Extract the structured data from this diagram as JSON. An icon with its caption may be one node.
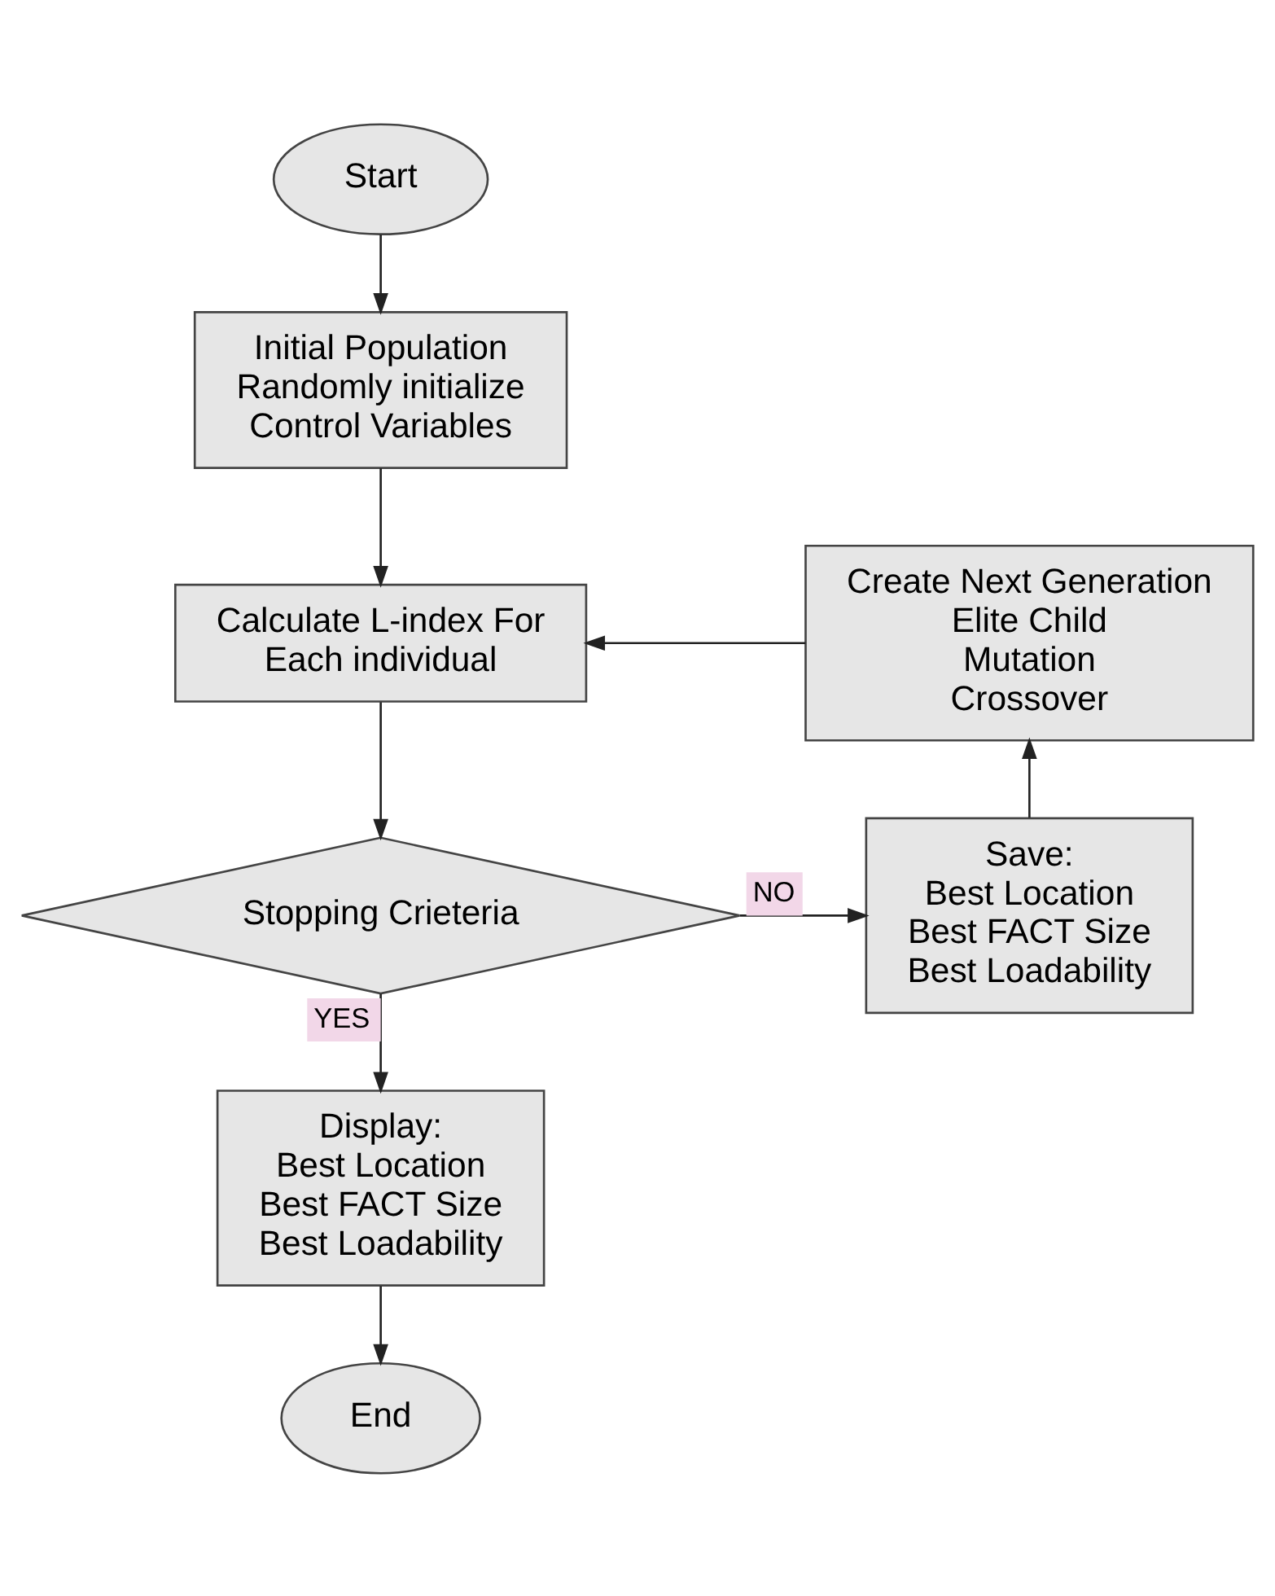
{
  "diagram": {
    "nodes": [
      {
        "text": [
          "Start"
        ]
      },
      {
        "text": [
          "Initial Population",
          "Randomly initialize Control Variables"
        ]
      },
      {
        "text": [
          "Calculate L-index For Each individual"
        ]
      },
      {
        "text": [
          "Stopping Crieteria"
        ]
      },
      {
        "text": [
          "Save:",
          "Best Location",
          "Best FACT Size",
          "Best Loadability"
        ]
      },
      {
        "text": [
          "Create Next Generation",
          "Elite Child",
          "Mutation",
          "Crossover"
        ]
      },
      {
        "text": [
          "Display:",
          "Best Location",
          "Best FACT Size",
          "Best Loadability"
        ]
      },
      {
        "text": [
          "End"
        ]
      }
    ],
    "edges": [
      {
        "from": 0,
        "to": 1,
        "arrow": "to"
      },
      {
        "from": 1,
        "to": 2,
        "arrow": "to"
      },
      {
        "from": 2,
        "to": 3,
        "arrow": "to"
      },
      {
        "from": 3,
        "to": 4,
        "label": "NO",
        "arrow": "to"
      },
      {
        "from": 4,
        "to": 5,
        "arrow": "to"
      },
      {
        "from": 5,
        "to": 2,
        "arrow": "to"
      },
      {
        "from": 3,
        "to": 6,
        "label": "YES",
        "arrow": "to"
      },
      {
        "from": 6,
        "to": 7,
        "arrow": "to"
      }
    ]
  }
}
